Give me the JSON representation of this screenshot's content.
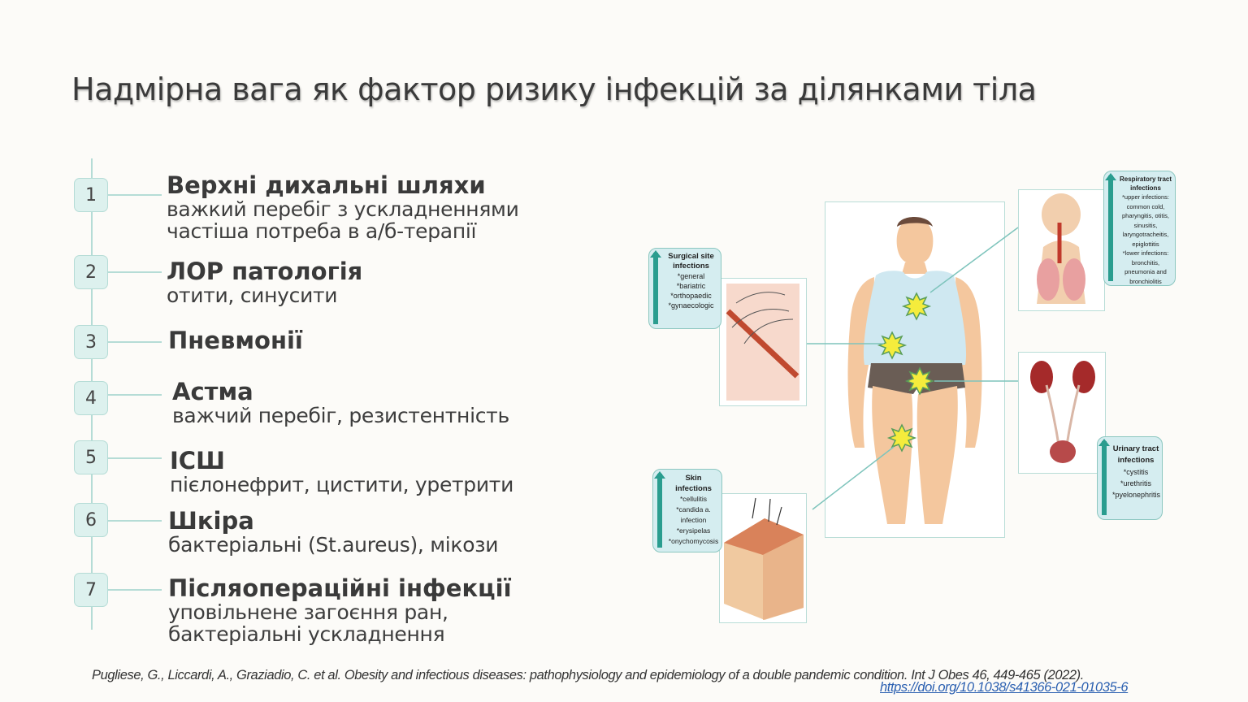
{
  "title": "Надмірна вага як фактор ризику інфекцій за ділянками тіла",
  "items": [
    {
      "num": "1",
      "heading": "Верхні дихальні шляхи",
      "lines": [
        "важкий перебіг з ускладненнями",
        "частіша потреба в а/б-терапії"
      ]
    },
    {
      "num": "2",
      "heading": "ЛОР патологія",
      "lines": [
        "отити, синусити"
      ]
    },
    {
      "num": "3",
      "heading": "Пневмонії",
      "lines": []
    },
    {
      "num": "4",
      "heading": "Астма",
      "lines": [
        "важчий перебіг, резистентність"
      ]
    },
    {
      "num": "5",
      "heading": "ІСШ",
      "lines": [
        "пієлонефрит, цистити, уретрити"
      ]
    },
    {
      "num": "6",
      "heading": "Шкіра",
      "lines": [
        "бактеріальні (St.aureus), мікози"
      ]
    },
    {
      "num": "7",
      "heading": "Післяопераційні інфекції",
      "lines": [
        "уповільнене загоєння ран,",
        "бактеріальні ускладнення"
      ]
    }
  ],
  "figure": {
    "surgical": {
      "title": "Surgical site infections",
      "lines": [
        "*general",
        "*bariatric",
        "*orthopaedic",
        "*gynaecologic"
      ]
    },
    "respiratory": {
      "title": "Respiratory tract infections",
      "lines": [
        "*upper infections:",
        "common cold,",
        "pharyngitis, otitis,",
        "sinusitis,",
        "laryngotracheitis,",
        "epiglottitis",
        "*lower infections:",
        "bronchitis,",
        "pneumonia and",
        "bronchiolitis"
      ]
    },
    "skin": {
      "title": "Skin infections",
      "lines": [
        "*cellulitis",
        "*candida a.",
        "infection",
        "*erysipelas",
        "*onychomycosis"
      ]
    },
    "urinary": {
      "title": "Urinary tract infections",
      "lines": [
        "*cystitis",
        "*urethritis",
        "*pyelonephritis"
      ]
    }
  },
  "citation": "Pugliese, G., Liccardi, A., Graziadio, C. et al. Obesity and infectious diseases: pathophysiology and epidemiology of a double pandemic condition. Int J Obes 46, 449-465 (2022).",
  "doi_link": "https://doi.org/10.1038/s41366-021-01035-6",
  "colors": {
    "accent": "#b5dcd6",
    "arrow": "#2a9d8f",
    "link": "#2a5fb0"
  }
}
